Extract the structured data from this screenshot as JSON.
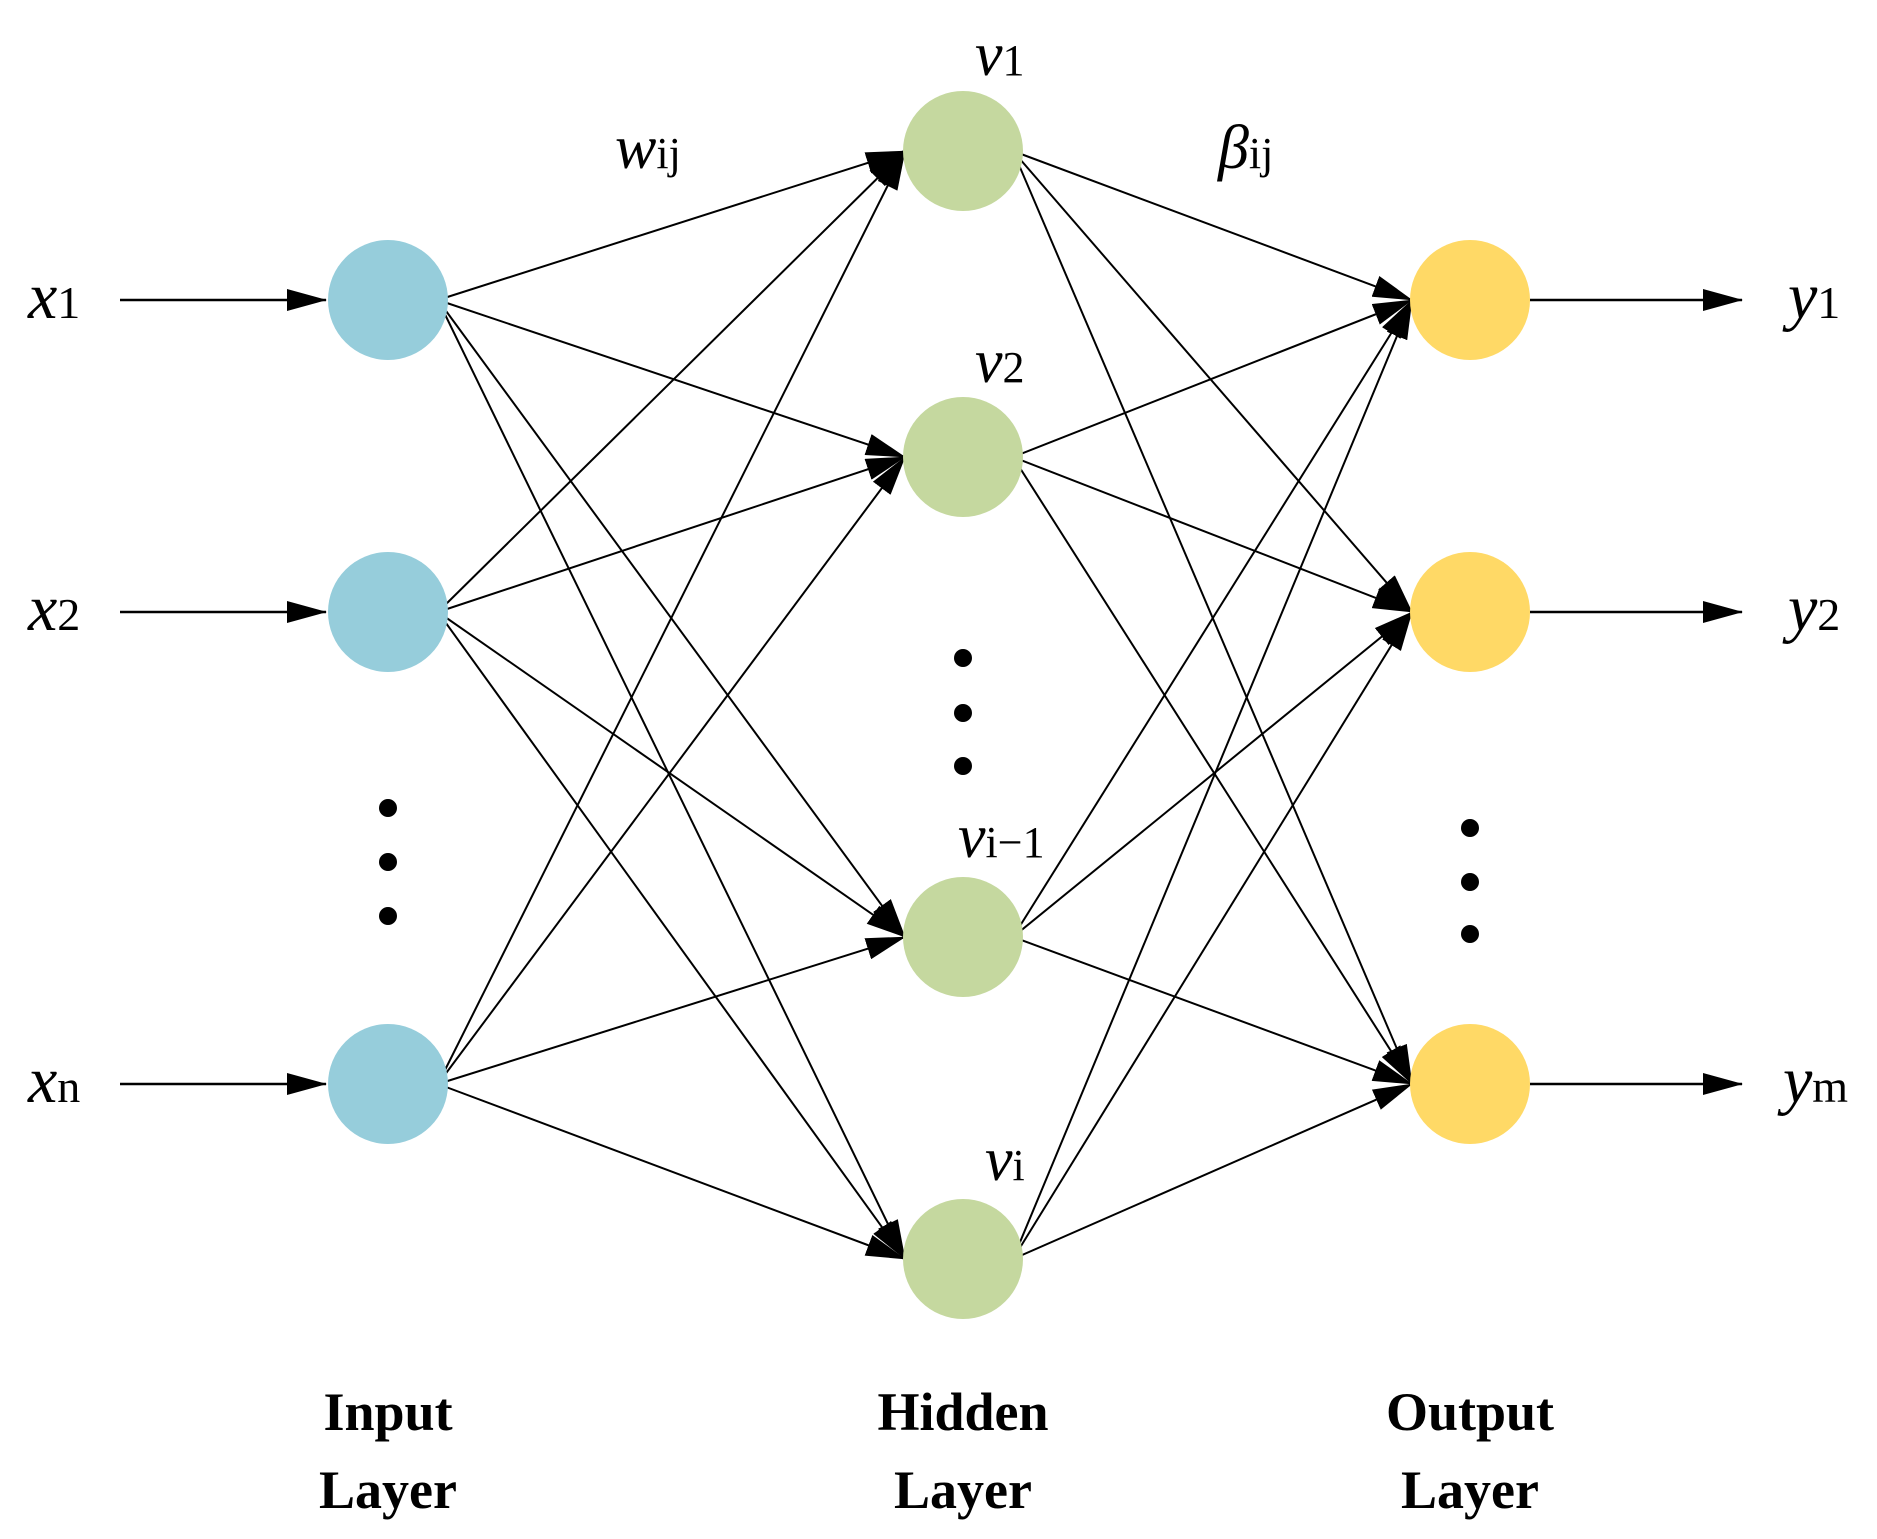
{
  "colors": {
    "input_node": "#96CDDB",
    "hidden_node": "#C5D89F",
    "output_node": "#FFD966",
    "edge": "#000000",
    "background": "#FFFFFF"
  },
  "input_layer": {
    "label_line1": "Input",
    "label_line2": "Layer",
    "nodes": [
      {
        "var": "x",
        "sub": "1"
      },
      {
        "var": "x",
        "sub": "2"
      },
      {
        "var": "x",
        "sub": "n"
      }
    ]
  },
  "hidden_layer": {
    "label_line1": "Hidden",
    "label_line2": "Layer",
    "nodes": [
      {
        "var": "v",
        "sub": "1"
      },
      {
        "var": "v",
        "sub": "2"
      },
      {
        "var": "v",
        "sub": "i−1"
      },
      {
        "var": "v",
        "sub": "i"
      }
    ]
  },
  "output_layer": {
    "label_line1": "Output",
    "label_line2": "Layer",
    "nodes": [
      {
        "var": "y",
        "sub": "1"
      },
      {
        "var": "y",
        "sub": "2"
      },
      {
        "var": "y",
        "sub": "m"
      }
    ]
  },
  "weights": {
    "input_hidden": {
      "var": "w",
      "sub": "ij"
    },
    "hidden_output": {
      "var": "β",
      "sub": "ij"
    }
  }
}
